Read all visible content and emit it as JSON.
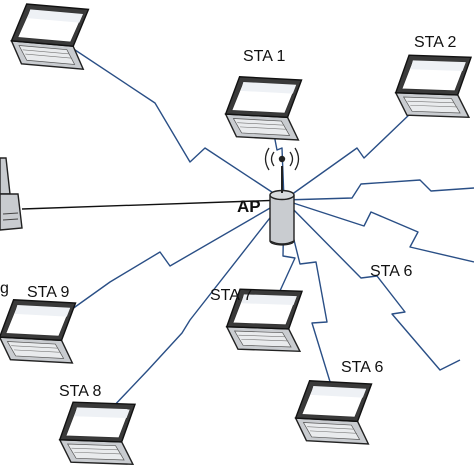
{
  "diagram": {
    "ap_label": "AP",
    "stations": [
      {
        "id": "top-left",
        "label": ""
      },
      {
        "id": "sta-1",
        "label": "STA 1"
      },
      {
        "id": "sta-2",
        "label": "STA 2"
      },
      {
        "id": "sta-9",
        "label": "STA 9"
      },
      {
        "id": "sta-7",
        "label": "STA 7"
      },
      {
        "id": "sta-8",
        "label": "STA 8"
      },
      {
        "id": "sta-6-bottom",
        "label": "STA 6"
      }
    ],
    "edge_labels": {
      "left_partial": "g",
      "right_link": "STA 6"
    },
    "colors": {
      "wireless_link": "#2a4f86",
      "wired_link": "#111111",
      "device_fill": "#c9ccd0",
      "screen_fill": "#ffffff",
      "background": "#ffffff"
    },
    "icons": [
      "laptop-icon",
      "access-point-icon",
      "wifi-signal-icon",
      "desktop-computer-icon"
    ]
  }
}
